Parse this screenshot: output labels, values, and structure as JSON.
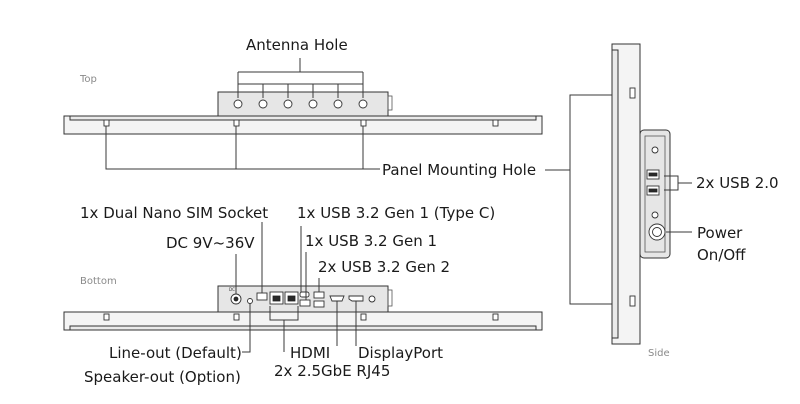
{
  "views": {
    "top": "Top",
    "bottom": "Bottom",
    "side": "Side"
  },
  "callouts": {
    "antenna_hole": "Antenna Hole",
    "panel_mounting_hole": "Panel Mounting Hole",
    "usb20": "2x USB 2.0",
    "power_line1": "Power",
    "power_line2": "On/Off",
    "sim": "1x Dual Nano SIM Socket",
    "usb32_typec": "1x USB 3.2 Gen 1 (Type C)",
    "dc": "DC 9V~36V",
    "usb32_gen1": "1x USB 3.2 Gen 1",
    "usb32_gen2": "2x USB 3.2 Gen 2",
    "lineout": "Line-out (Default)",
    "speaker": "Speaker-out (Option)",
    "hdmi": "HDMI",
    "rj45": "2x 2.5GbE RJ45",
    "displayport": "DisplayPort"
  }
}
